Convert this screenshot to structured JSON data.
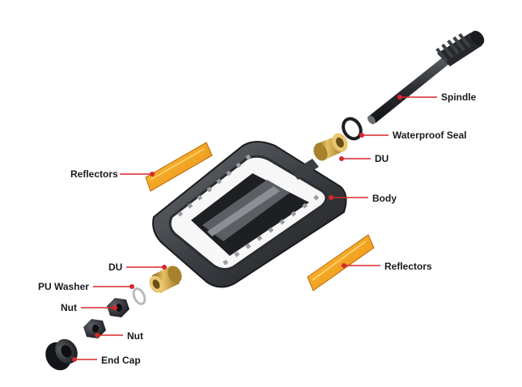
{
  "diagram": {
    "parts": [
      {
        "id": "spindle",
        "label": "Spindle"
      },
      {
        "id": "waterproof-seal",
        "label": "Waterproof Seal"
      },
      {
        "id": "du-top",
        "label": "DU"
      },
      {
        "id": "reflectors-left",
        "label": "Reflectors"
      },
      {
        "id": "body",
        "label": "Body"
      },
      {
        "id": "du-bottom",
        "label": "DU"
      },
      {
        "id": "reflectors-right",
        "label": "Reflectors"
      },
      {
        "id": "pu-washer",
        "label": "PU Washer"
      },
      {
        "id": "nut-1",
        "label": "Nut"
      },
      {
        "id": "nut-2",
        "label": "Nut"
      },
      {
        "id": "end-cap",
        "label": "End Cap"
      }
    ],
    "colors": {
      "leader": "#d8262b",
      "dot": "#d8262b",
      "reflector": "#f2a21a",
      "bushing": "#c99a3a",
      "metal_dark": "#2b2d30",
      "text": "#1a1a1a"
    }
  }
}
